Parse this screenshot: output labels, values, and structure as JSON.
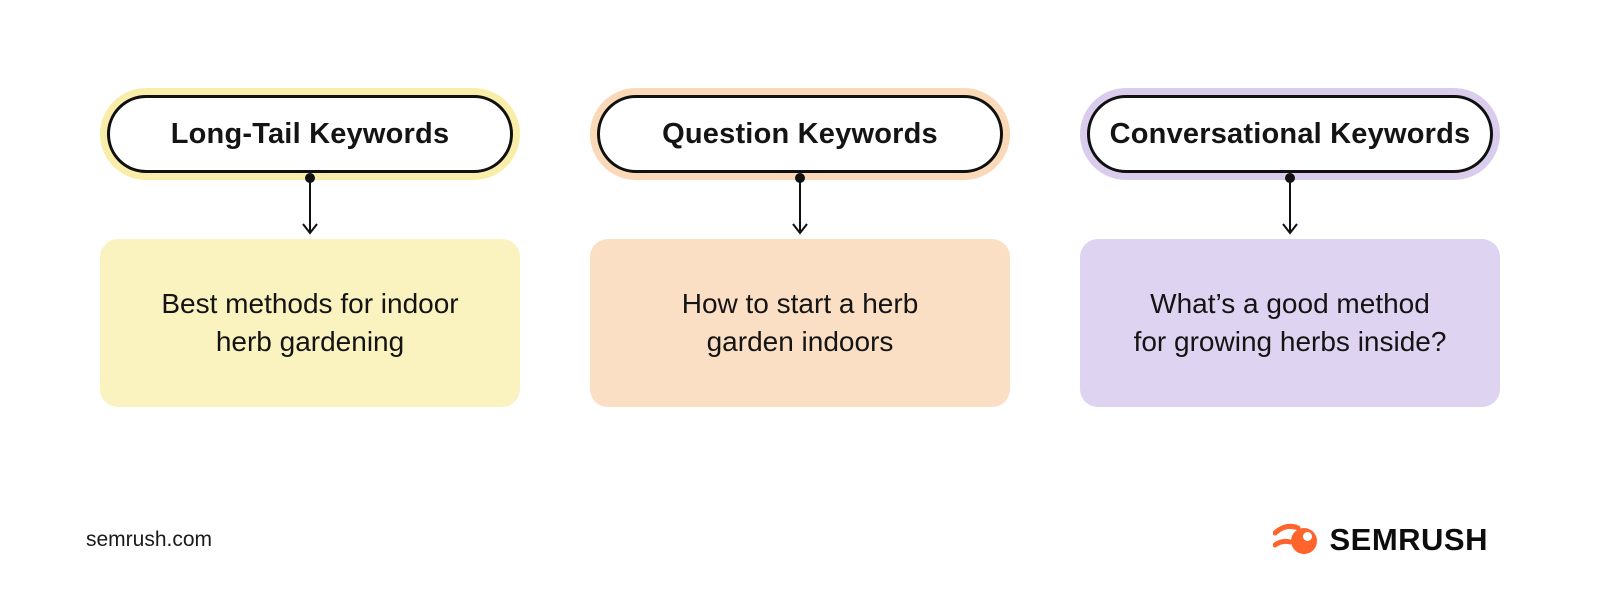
{
  "diagram": {
    "columns": [
      {
        "title": "Long-Tail Keywords",
        "example_lines": [
          "Best methods for indoor",
          "herb gardening"
        ],
        "ring_color": "#F9EEA9",
        "box_color": "#FAF2BF"
      },
      {
        "title": "Question Keywords",
        "example_lines": [
          "How to start a herb",
          "garden indoors"
        ],
        "ring_color": "#FAD9B8",
        "box_color": "#FBDFC5"
      },
      {
        "title": "Conversational Keywords",
        "example_lines": [
          "What’s a good method",
          "for growing herbs inside?"
        ],
        "ring_color": "#D9CCEC",
        "box_color": "#DED3F0"
      }
    ]
  },
  "footer": {
    "website": "semrush.com",
    "brand": "SEMRUSH",
    "brand_color": "#FF642D"
  }
}
